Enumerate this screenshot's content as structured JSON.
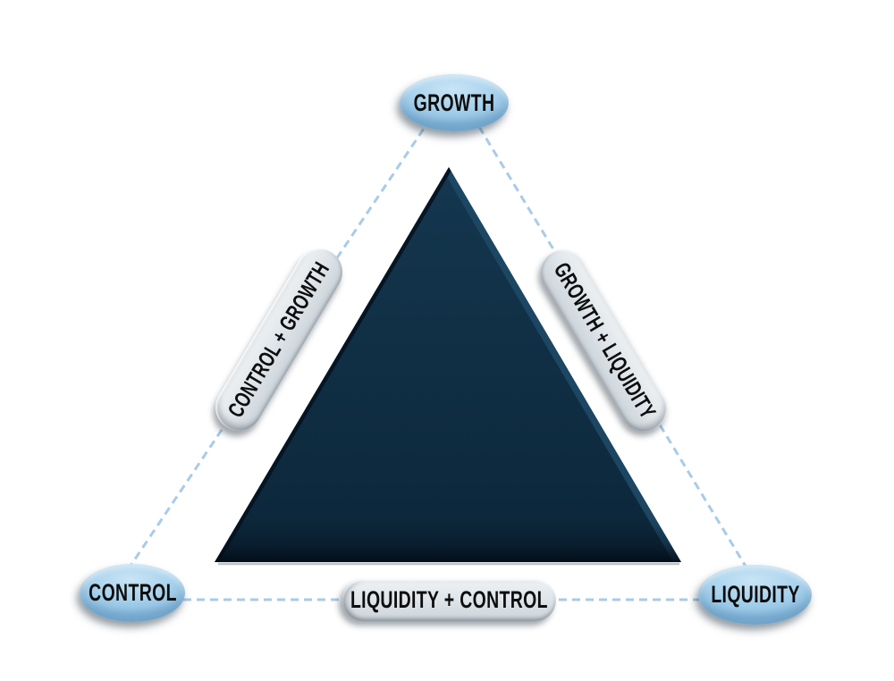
{
  "diagram": {
    "nodes": {
      "growth": {
        "label": "GROWTH"
      },
      "control": {
        "label": "CONTROL"
      },
      "liquidity": {
        "label": "LIQUIDITY"
      }
    },
    "edge_labels": {
      "control_growth": {
        "label": "CONTROL + GROWTH"
      },
      "growth_liquidity": {
        "label": "GROWTH + LIQUIDITY"
      },
      "liquidity_control": {
        "label": "LIQUIDITY + CONTROL"
      }
    },
    "colors": {
      "background": "#ffffff",
      "node_fill": "#a8d2ec",
      "pill_fill": "#dfe5e9",
      "triangle_fill": "#0e2b40",
      "triangle_right_bevel": "#1e4a66",
      "triangle_left_bevel": "#071522",
      "dashed_line": "#a9cbe7",
      "label_text": "#0d0d0d"
    }
  }
}
